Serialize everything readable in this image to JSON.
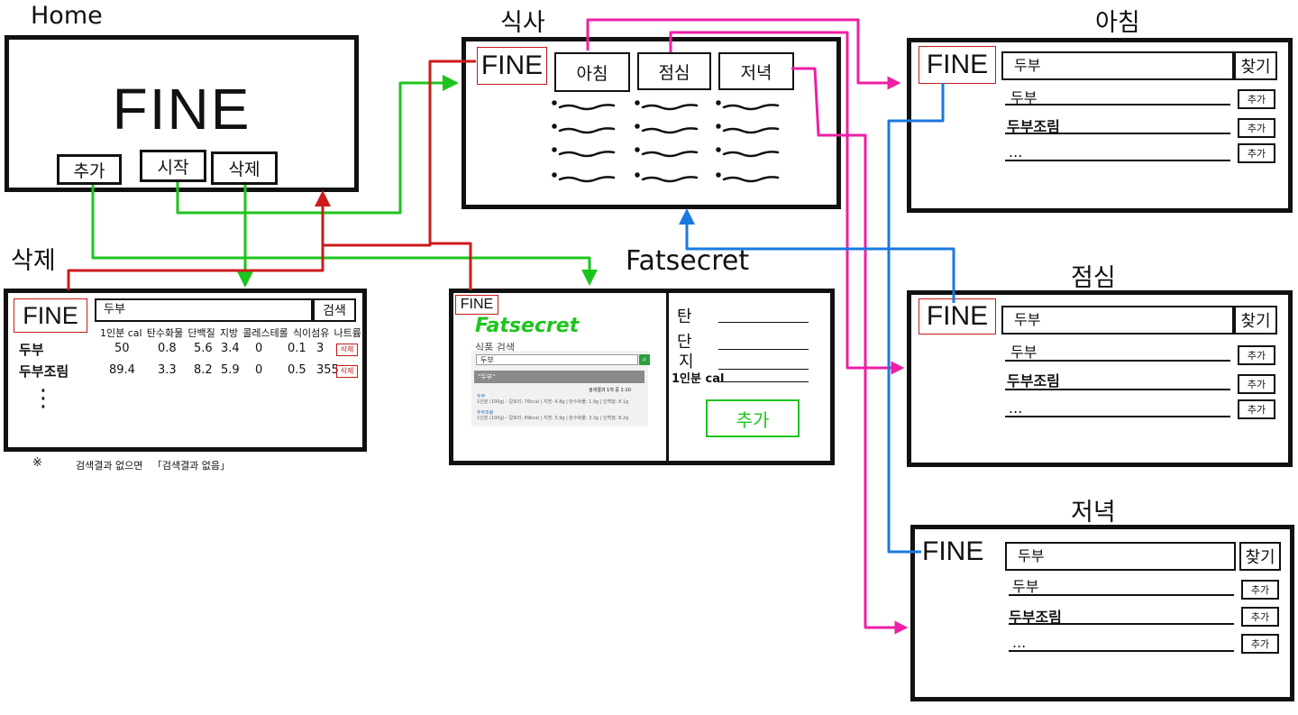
{
  "home": {
    "title": "Home",
    "logo": "FINE",
    "buttons": [
      "추가",
      "시작",
      "삭제"
    ]
  },
  "meal": {
    "title": "식사",
    "logo": "FINE",
    "tabs": [
      "아침",
      "점심",
      "저녁"
    ]
  },
  "delete": {
    "title": "삭제",
    "logo": "FINE",
    "search_value": "두부",
    "search_button": "검색",
    "headers": [
      "1인분 cal",
      "탄수화물",
      "단백질",
      "지방",
      "콜레스테롤",
      "식이섬유",
      "나트륨"
    ],
    "rows": [
      {
        "name": "두부",
        "values": [
          "50",
          "0.8",
          "5.6",
          "3.4",
          "0",
          "0.1",
          "3"
        ],
        "action": "삭제"
      },
      {
        "name": "두부조림",
        "values": [
          "89.4",
          "3.3",
          "8.2",
          "5.9",
          "0",
          "0.5",
          "355"
        ],
        "action": "삭제"
      }
    ],
    "more": "⋮",
    "note_mark": "※",
    "note": "검색결과 없으면   「검색결과 없음」"
  },
  "fatsecret": {
    "title": "Fatsecret",
    "logo": "FINE",
    "brand": "Fatsecret",
    "search_heading": "식품 검색",
    "search_value": "두부",
    "result_banner": "\"두부\"",
    "result_count": "검색결과 1개 중 1-10",
    "results": [
      {
        "name": "두부",
        "desc": "1인분 (100g) - 칼로리: 76kcal | 지방: 4.8g | 탄수화물: 1.9g | 단백질: 8.1g"
      },
      {
        "name": "두부조림",
        "desc": "1인분 (100g) - 칼로리: 89kcal | 지방: 5.9g | 탄수화물: 3.3g | 단백질: 8.2g"
      }
    ],
    "fields": [
      "탄",
      "단",
      "지",
      "1인분 cal"
    ],
    "add_button": "추가"
  },
  "breakfast": {
    "title": "아침",
    "logo": "FINE",
    "search_value": "두부",
    "find_button": "찾기",
    "items": [
      "두부",
      "두부조림",
      "..."
    ],
    "add_label": "추가"
  },
  "lunch": {
    "title": "점심",
    "logo": "FINE",
    "search_value": "두부",
    "find_button": "찾기",
    "items": [
      "두부",
      "두부조림",
      "..."
    ],
    "add_label": "추가"
  },
  "dinner": {
    "title": "저녁",
    "logo": "FINE",
    "search_value": "두부",
    "find_button": "찾기",
    "items": [
      "두부",
      "두부조림",
      "..."
    ],
    "add_label": "추가"
  },
  "colors": {
    "green": "#1ec41e",
    "red": "#cc1b1b",
    "magenta": "#ee1fa4",
    "blue": "#1b78e0"
  }
}
